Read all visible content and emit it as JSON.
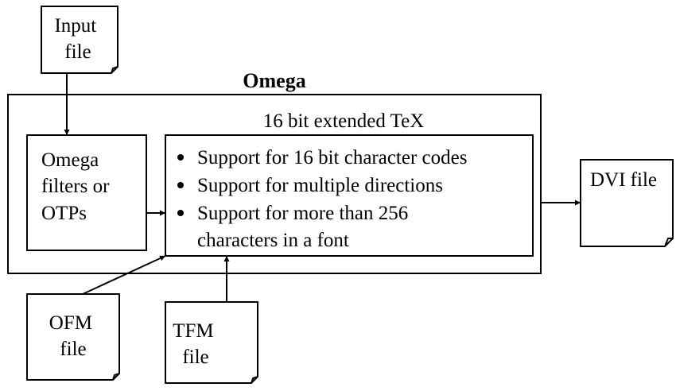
{
  "diagram": {
    "title": "Omega",
    "input_file": [
      "Input",
      "file"
    ],
    "filters": [
      "Omega",
      "filters or",
      "OTPs"
    ],
    "tex_box": {
      "title": "16 bit extended TeX",
      "bullets": [
        [
          "Support for 16 bit character codes"
        ],
        [
          "Support for multiple directions"
        ],
        [
          "Support for more than 256",
          "characters in a font"
        ]
      ]
    },
    "dvi_file": [
      "DVI file"
    ],
    "ofm_file": [
      "OFM",
      "file"
    ],
    "tfm_file": [
      "TFM",
      "file"
    ]
  }
}
